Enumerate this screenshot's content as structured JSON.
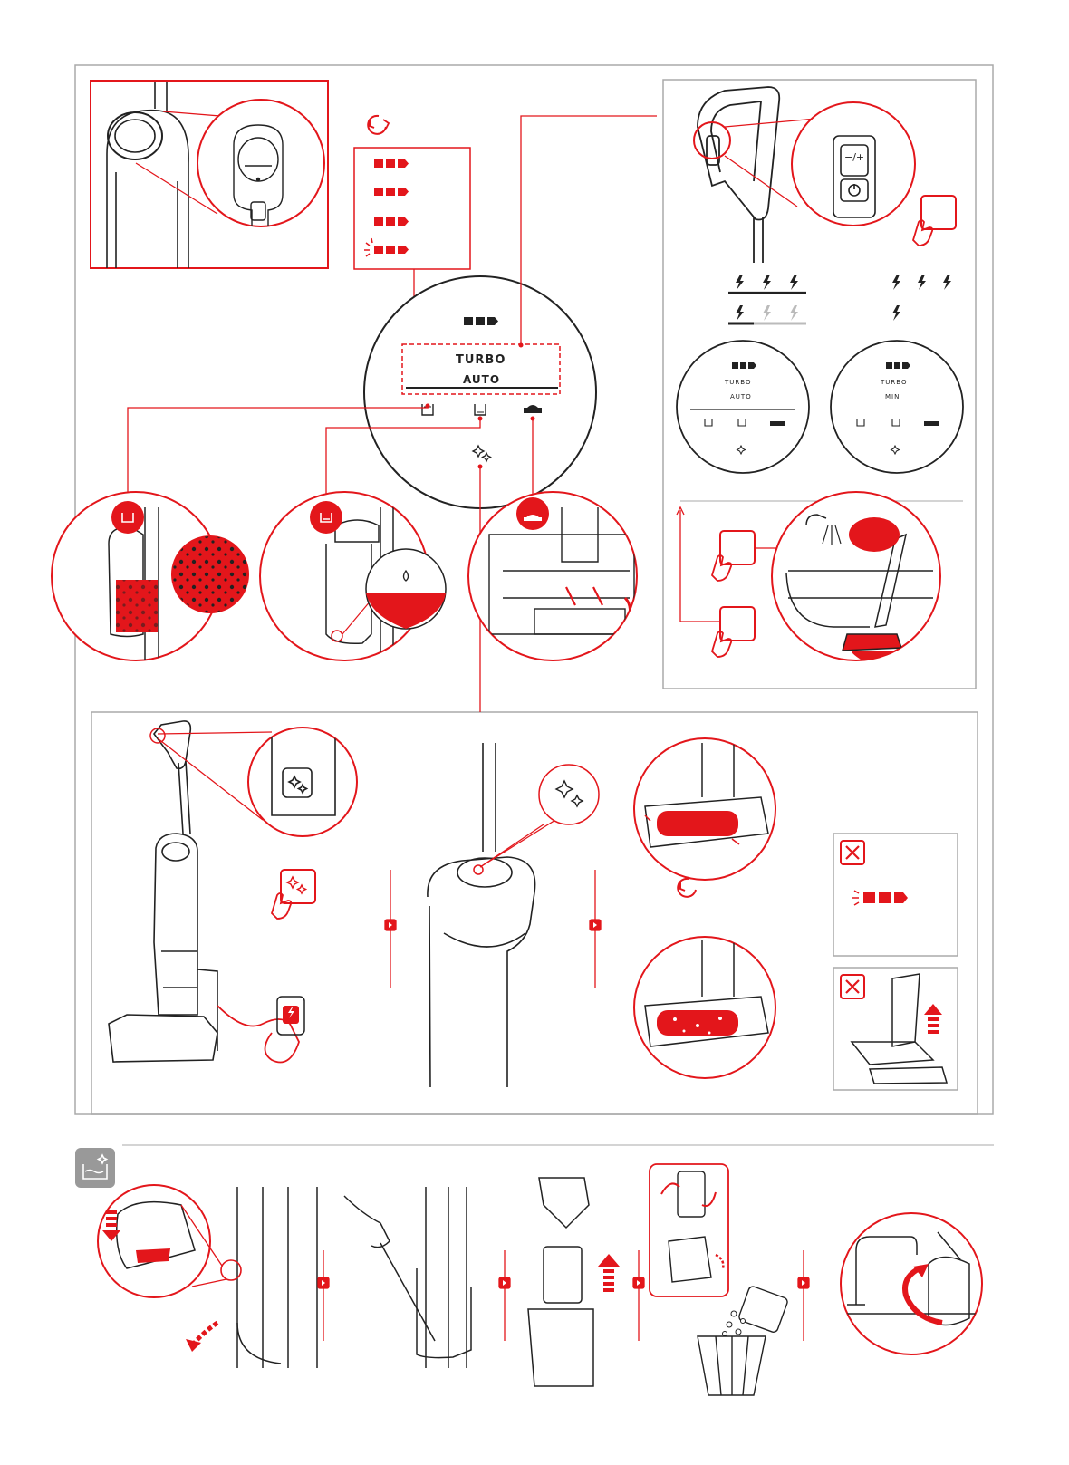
{
  "colors": {
    "accent": "#e3161b",
    "line": "#222222",
    "frame": "#aaaaaa",
    "panel": "#fafafa"
  },
  "display": {
    "mode_top": "TURBO",
    "mode_bottom": "AUTO"
  },
  "mini_display_auto": {
    "mode_top": "TURBO",
    "mode_bottom": "AUTO"
  },
  "mini_display_min": {
    "mode_top": "TURBO",
    "mode_bottom": "MIN"
  },
  "handle_button": {
    "label": "−/+"
  },
  "icons": {
    "timer": "timer-icon",
    "battery": "battery-icon",
    "clean_water": "clean-water-tank-icon",
    "dirty_water": "dirty-water-tank-icon",
    "brush": "brush-roll-icon",
    "self_clean": "sparkle-self-clean-icon",
    "power": "power-icon",
    "bolt": "bolt-icon",
    "cross": "cross-icon",
    "plug": "plug-icon",
    "tank_cleaning": "tank-cleaning-icon"
  }
}
